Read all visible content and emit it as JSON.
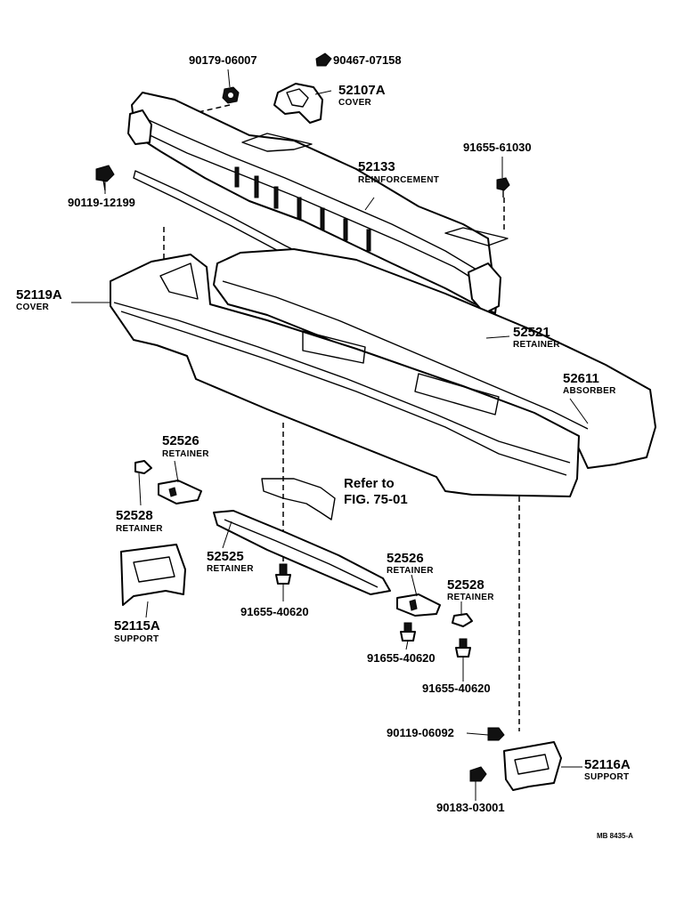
{
  "diagram": {
    "parts": [
      {
        "id": "p90179",
        "number": "90179-06007",
        "desc": ""
      },
      {
        "id": "p90467",
        "number": "90467-07158",
        "desc": ""
      },
      {
        "id": "p52107a",
        "number": "52107A",
        "desc": "COVER"
      },
      {
        "id": "p91655_61030",
        "number": "91655-61030",
        "desc": ""
      },
      {
        "id": "p52133",
        "number": "52133",
        "desc": "REINFORCEMENT"
      },
      {
        "id": "p90119_12199",
        "number": "90119-12199",
        "desc": ""
      },
      {
        "id": "p52119a",
        "number": "52119A",
        "desc": "COVER"
      },
      {
        "id": "p52521",
        "number": "52521",
        "desc": "RETAINER"
      },
      {
        "id": "p52611",
        "number": "52611",
        "desc": "ABSORBER"
      },
      {
        "id": "p52526_left",
        "number": "52526",
        "desc": "RETAINER"
      },
      {
        "id": "p52528_left",
        "number": "52528",
        "desc": "RETAINER"
      },
      {
        "id": "p52525",
        "number": "52525",
        "desc": "RETAINER"
      },
      {
        "id": "p91655_40620_a",
        "number": "91655-40620",
        "desc": ""
      },
      {
        "id": "p52115a",
        "number": "52115A",
        "desc": "SUPPORT"
      },
      {
        "id": "p52526_right",
        "number": "52526",
        "desc": "RETAINER"
      },
      {
        "id": "p52528_right",
        "number": "52528",
        "desc": "RETAINER"
      },
      {
        "id": "p91655_40620_b",
        "number": "91655-40620",
        "desc": ""
      },
      {
        "id": "p91655_40620_c",
        "number": "91655-40620",
        "desc": ""
      },
      {
        "id": "p90119_06092",
        "number": "90119-06092",
        "desc": ""
      },
      {
        "id": "p52116a",
        "number": "52116A",
        "desc": "SUPPORT"
      },
      {
        "id": "p90183",
        "number": "90183-03001",
        "desc": ""
      }
    ],
    "reference": {
      "line1": "Refer to",
      "line2": "FIG. 75-01"
    },
    "figure_code": "MB 8435-A"
  }
}
